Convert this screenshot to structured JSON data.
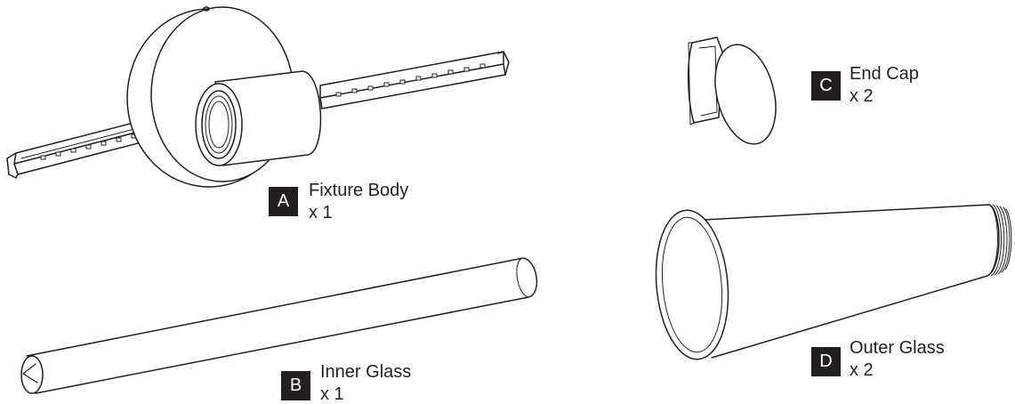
{
  "parts": [
    {
      "letter": "A",
      "name": "Fixture Body",
      "qty": "x  1"
    },
    {
      "letter": "B",
      "name": "Inner Glass",
      "qty": "x 1"
    },
    {
      "letter": "C",
      "name": "End Cap",
      "qty": "x 2"
    },
    {
      "letter": "D",
      "name": "Outer Glass",
      "qty": "x 2"
    }
  ],
  "colors": {
    "line": "#231f20",
    "badge_bg": "#231f20",
    "badge_text": "#ffffff",
    "background": "#ffffff"
  },
  "icons": [
    "fixture-body-illustration",
    "inner-glass-illustration",
    "end-cap-illustration",
    "outer-glass-illustration"
  ]
}
